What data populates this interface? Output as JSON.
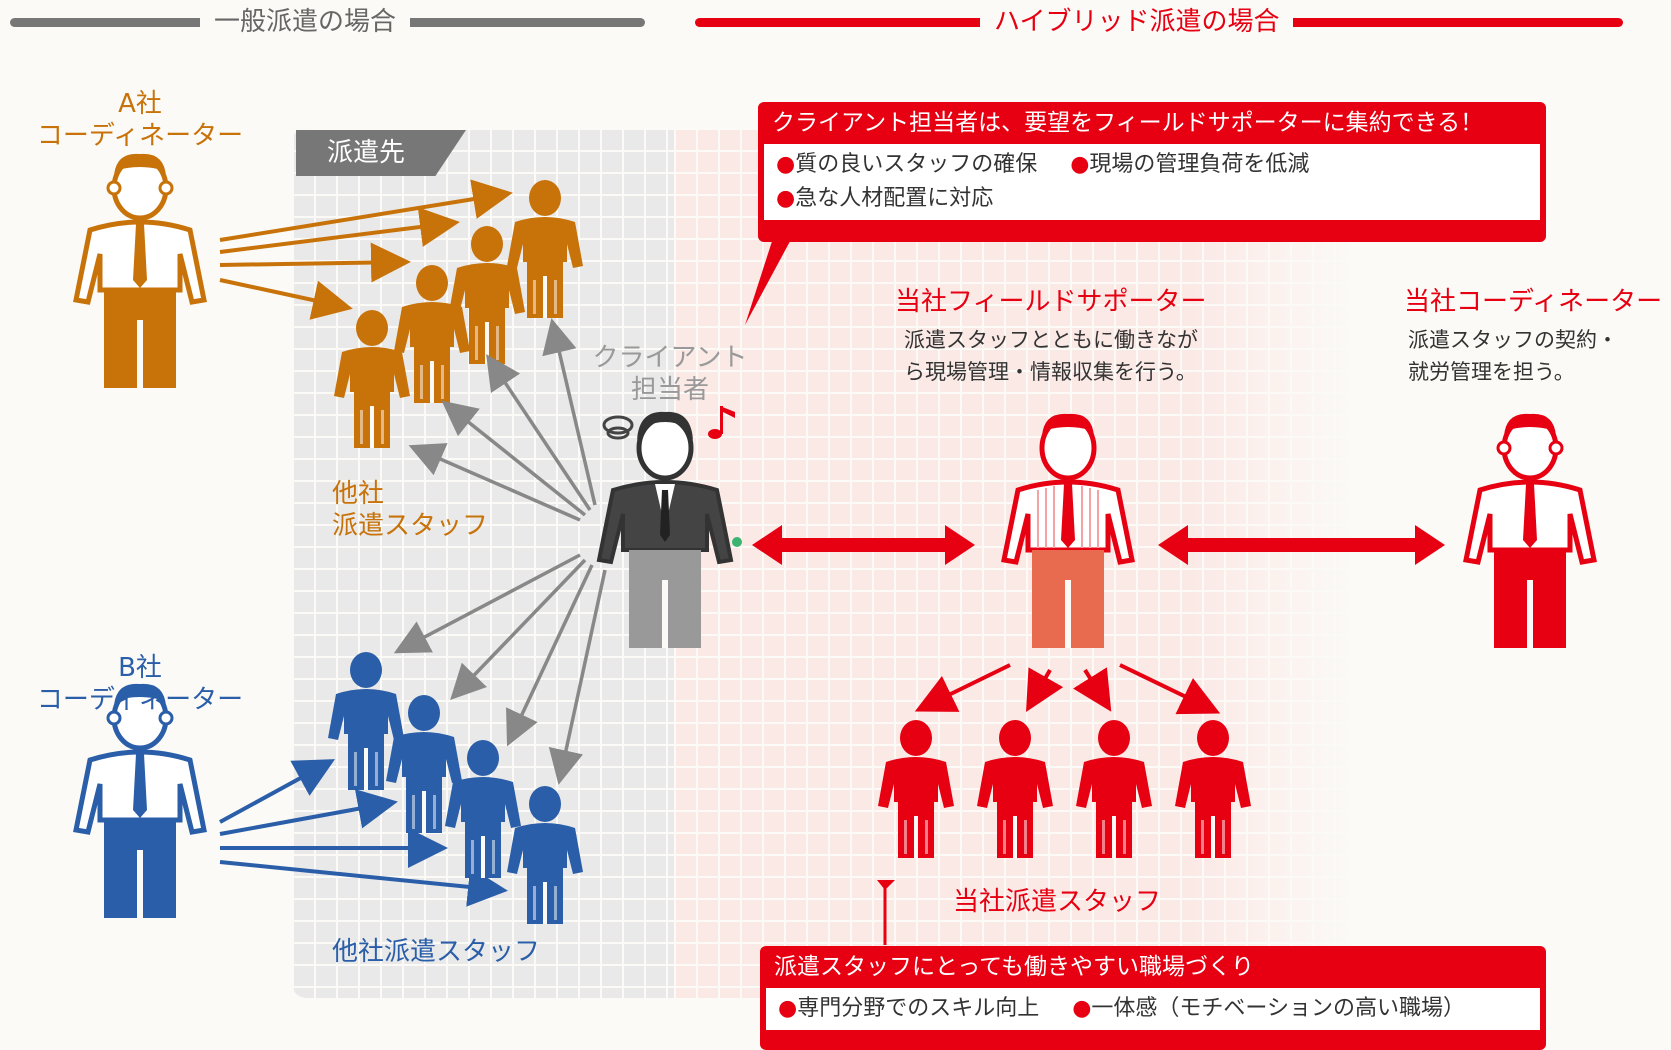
{
  "headers": {
    "left": "一般派遣の場合",
    "right": "ハイブリッド派遣の場合"
  },
  "left": {
    "dest_tag": "派遣先",
    "company_a": {
      "line1": "A社",
      "line2": "コーディネーター"
    },
    "company_b": {
      "line1": "B社",
      "line2": "コーディネーター"
    },
    "other_staff_a": {
      "line1": "他社",
      "line2": "派遣スタッフ"
    },
    "other_staff_b": "他社派遣スタッフ",
    "client": {
      "line1": "クライアント",
      "line2": "担当者"
    }
  },
  "right": {
    "field_supporter": {
      "title": "当社フィールドサポーター",
      "desc1": "派遣スタッフとともに働きなが",
      "desc2": "ら現場管理・情報収集を行う。"
    },
    "coordinator": {
      "title": "当社コーディネーター",
      "desc1": "派遣スタッフの契約・",
      "desc2": "就労管理を担う。"
    },
    "own_staff": "当社派遣スタッフ"
  },
  "callout_top": {
    "head": "クライアント担当者は、要望をフィールドサポーターに集約できる！",
    "items_row1": [
      "質の良いスタッフの確保",
      "現場の管理負荷を低減"
    ],
    "items_row2": [
      "急な人材配置に対応"
    ]
  },
  "callout_bottom": {
    "head": "派遣スタッフにとっても働きやすい職場づくり",
    "items_row1": [
      "専門分野でのスキル向上",
      "一体感（モチベーションの高い職場）"
    ]
  },
  "colors": {
    "orange": "#c8720a",
    "blue": "#2a5ea8",
    "red": "#e60012",
    "gray": "#666666"
  },
  "icons": [
    "person-icon",
    "arrow-icon",
    "music-note-icon",
    "bubble-icon"
  ]
}
